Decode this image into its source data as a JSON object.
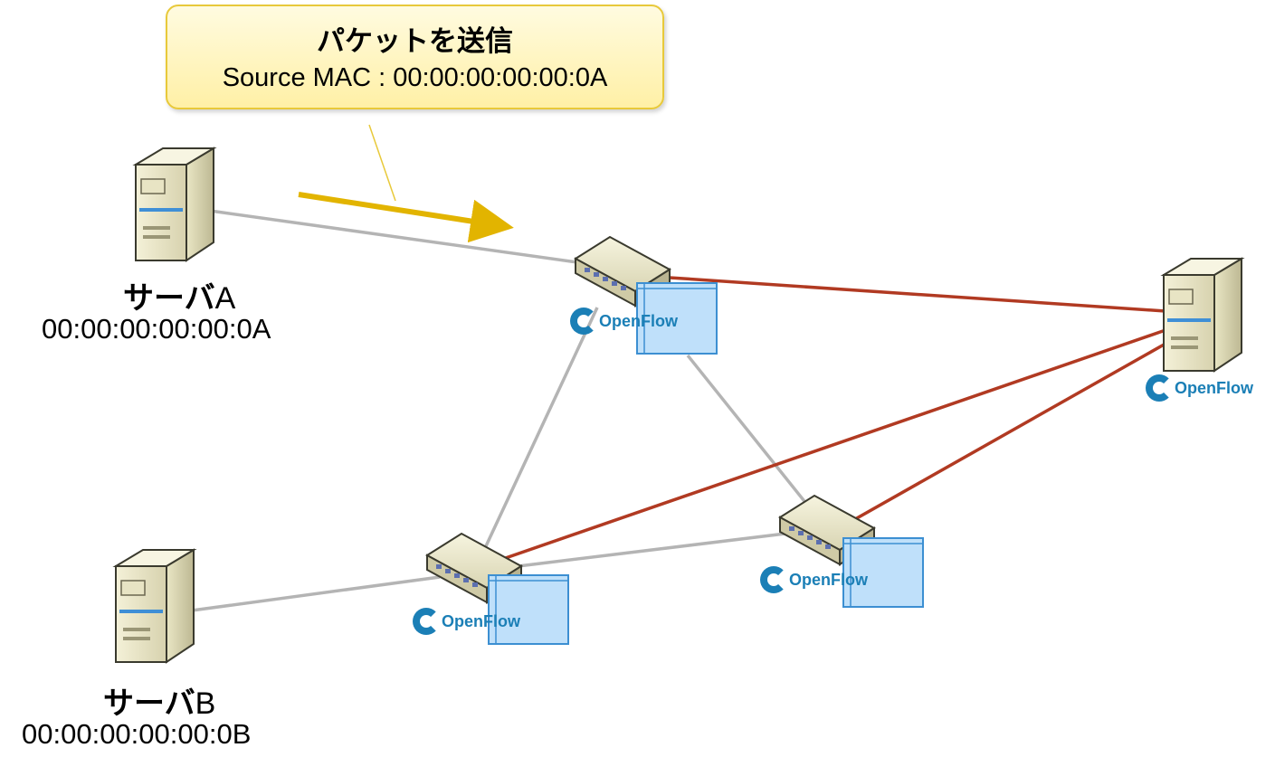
{
  "callout": {
    "title": "パケットを送信",
    "subtitle": "Source MAC : 00:00:00:00:00:0A"
  },
  "servers": {
    "a": {
      "name_prefix": "サーバ",
      "name_suffix": "A",
      "mac": "00:00:00:00:00:0A"
    },
    "b": {
      "name_prefix": "サーバ",
      "name_suffix": "B",
      "mac": "00:00:00:00:00:0B"
    }
  },
  "openflow_label": "OpenFlow",
  "colors": {
    "callout_border": "#e8c93a",
    "arrow": "#e2b400",
    "link_gray": "#b4b4b4",
    "link_red": "#b13a22",
    "openflow_blue": "#1b7fb6",
    "flow_table_fill": "#bfe0fa",
    "flow_table_border": "#3c8fd2"
  }
}
